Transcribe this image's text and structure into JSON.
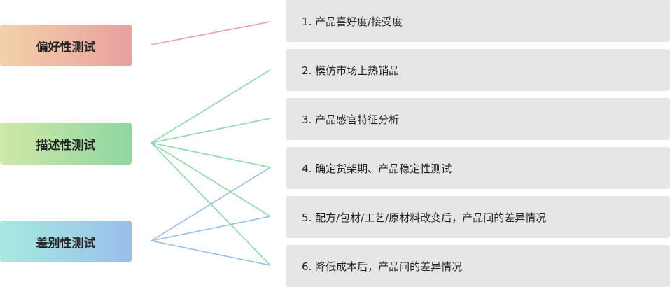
{
  "categories": [
    {
      "label": "偏好性测试",
      "gradient_from": "#f2d2a8",
      "gradient_to": "#e8a0a0"
    },
    {
      "label": "描述性测试",
      "gradient_from": "#cfe8a6",
      "gradient_to": "#8fd6a3"
    },
    {
      "label": "差别性测试",
      "gradient_from": "#a6eae0",
      "gradient_to": "#9bbfea"
    }
  ],
  "items": [
    "1. 产品喜好度/接受度",
    "2. 模仿市场上热销品",
    "3. 产品感官特征分析",
    "4. 确定货架期、产品稳定性测试",
    "5. 配方/包材/工艺/原材料改变后，产品间的差异情况",
    "6. 降低成本后，产品间的差异情况"
  ],
  "connections": [
    {
      "from": 0,
      "to": 0,
      "color": "#e8a0a8"
    },
    {
      "from": 1,
      "to": 1,
      "color": "#8ed8a6"
    },
    {
      "from": 1,
      "to": 2,
      "color": "#8ed8a6"
    },
    {
      "from": 1,
      "to": 3,
      "color": "#8ed8a6"
    },
    {
      "from": 1,
      "to": 4,
      "color": "#8ed8a6"
    },
    {
      "from": 1,
      "to": 5,
      "color": "#8ed8a6"
    },
    {
      "from": 2,
      "to": 3,
      "color": "#9bbde6"
    },
    {
      "from": 2,
      "to": 4,
      "color": "#9bbde6"
    },
    {
      "from": 2,
      "to": 5,
      "color": "#9bbde6"
    }
  ]
}
